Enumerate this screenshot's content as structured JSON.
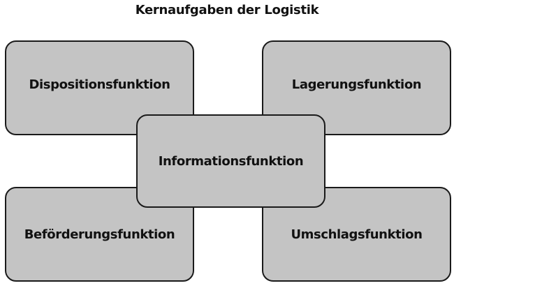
{
  "title": "Kernaufgaben der Logistik",
  "boxes": {
    "top_left": "Dispositionsfunktion",
    "top_right": "Lagerungsfunktion",
    "center": "Informationsfunktion",
    "bottom_left": "Beförderungsfunktion",
    "bottom_right": "Umschlagsfunktion"
  },
  "colors": {
    "box_fill": "#c4c4c4",
    "box_border": "#1a1a1a",
    "text": "#111111",
    "background": "#ffffff"
  }
}
